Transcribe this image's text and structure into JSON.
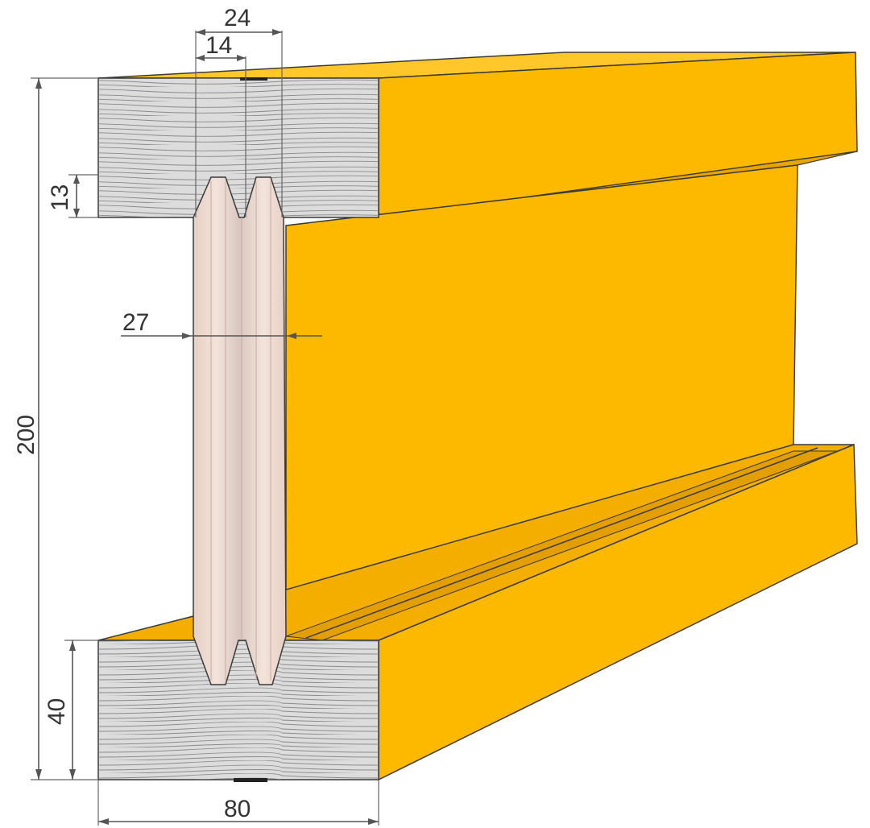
{
  "dimensions": {
    "top_groove_span": "24",
    "top_groove_width": "14",
    "groove_depth": "13",
    "total_height": "200",
    "web_thickness": "27",
    "flange_height": "40",
    "flange_width": "80"
  },
  "colors": {
    "beam_face": "#FDB900",
    "beam_face_dark": "#F2A900",
    "beam_face_light": "#FFC72A",
    "wood_end": "#D9D9D9",
    "web_end": "#EFDCD0"
  }
}
